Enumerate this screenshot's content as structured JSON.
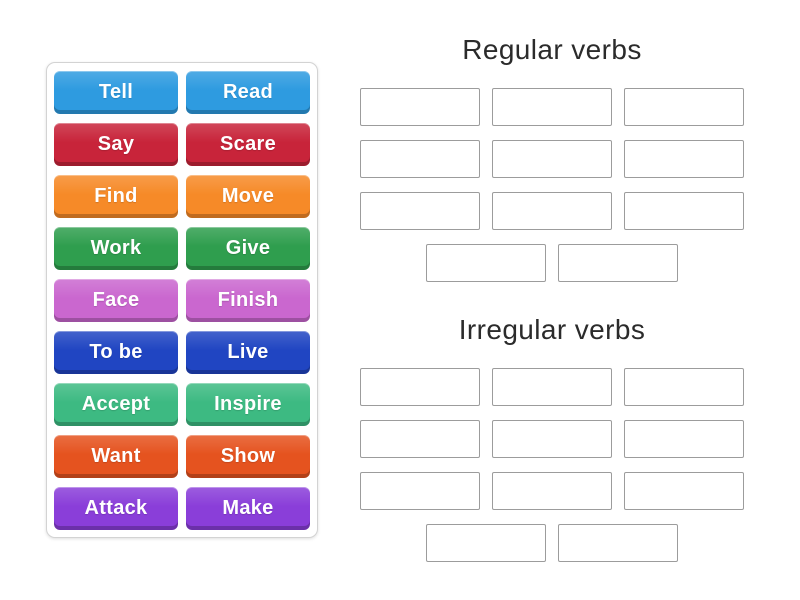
{
  "activity": {
    "type_label": "group-sort",
    "background_color": "#ffffff",
    "title_color": "#2b2b2b",
    "slot_border_color": "#9c9c9c"
  },
  "tile_panel": {
    "columns": 2,
    "tiles": [
      {
        "label": "Tell",
        "color": "#2E9BE0"
      },
      {
        "label": "Read",
        "color": "#2E9BE0"
      },
      {
        "label": "Say",
        "color": "#C8243A"
      },
      {
        "label": "Scare",
        "color": "#C8243A"
      },
      {
        "label": "Find",
        "color": "#F68A28"
      },
      {
        "label": "Move",
        "color": "#F68A28"
      },
      {
        "label": "Work",
        "color": "#2F9E4E"
      },
      {
        "label": "Give",
        "color": "#2F9E4E"
      },
      {
        "label": "Face",
        "color": "#CA67CF"
      },
      {
        "label": "Finish",
        "color": "#CA67CF"
      },
      {
        "label": "To be",
        "color": "#2045C2"
      },
      {
        "label": "Live",
        "color": "#2045C2"
      },
      {
        "label": "Accept",
        "color": "#3DBA82"
      },
      {
        "label": "Inspire",
        "color": "#3DBA82"
      },
      {
        "label": "Want",
        "color": "#E5531F"
      },
      {
        "label": "Show",
        "color": "#E5531F"
      },
      {
        "label": "Attack",
        "color": "#8A3ED9"
      },
      {
        "label": "Make",
        "color": "#8A3ED9"
      }
    ]
  },
  "groups": [
    {
      "title": "Regular verbs",
      "slot_rows": [
        3,
        3,
        3,
        2
      ]
    },
    {
      "title": "Irregular verbs",
      "slot_rows": [
        3,
        3,
        3,
        2
      ]
    }
  ]
}
